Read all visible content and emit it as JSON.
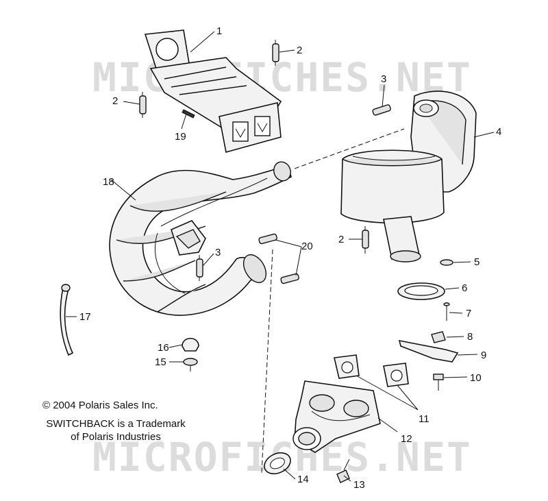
{
  "watermark_top": "MICROFICHES.NET",
  "watermark_bottom": "MICROFICHES.NET",
  "copyright": "© 2004 Polaris Sales Inc.",
  "trademark_line1": "SWITCHBACK is a Trademark",
  "trademark_line2": "of Polaris Industries",
  "callouts": {
    "c1": "1",
    "c2a": "2",
    "c2b": "2",
    "c2c": "2",
    "c3a": "3",
    "c3b": "3",
    "c4": "4",
    "c5": "5",
    "c6": "6",
    "c7": "7",
    "c8": "8",
    "c9": "9",
    "c10": "10",
    "c11": "11",
    "c12": "12",
    "c13": "13",
    "c14": "14",
    "c15": "15",
    "c16": "16",
    "c17": "17",
    "c18": "18",
    "c19": "19",
    "c20": "20"
  }
}
